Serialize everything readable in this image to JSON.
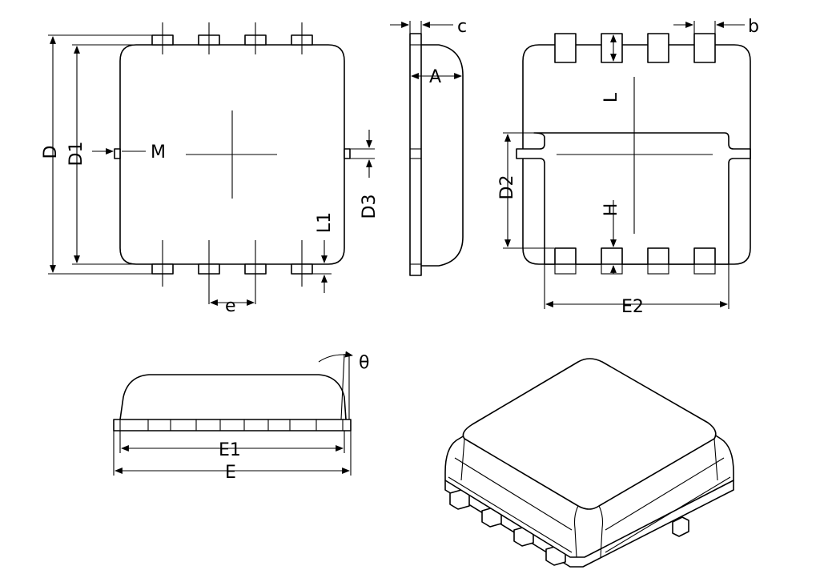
{
  "labels": {
    "D": "D",
    "D1": "D1",
    "M": "M",
    "e": "e",
    "L1": "L1",
    "D3": "D3",
    "c": "c",
    "A": "A",
    "b": "b",
    "L": "L",
    "D2": "D2",
    "H": "H",
    "E2": "E2",
    "theta": "θ",
    "E1": "E1",
    "E": "E"
  },
  "colors": {
    "line": "#000000",
    "background": "#ffffff"
  }
}
